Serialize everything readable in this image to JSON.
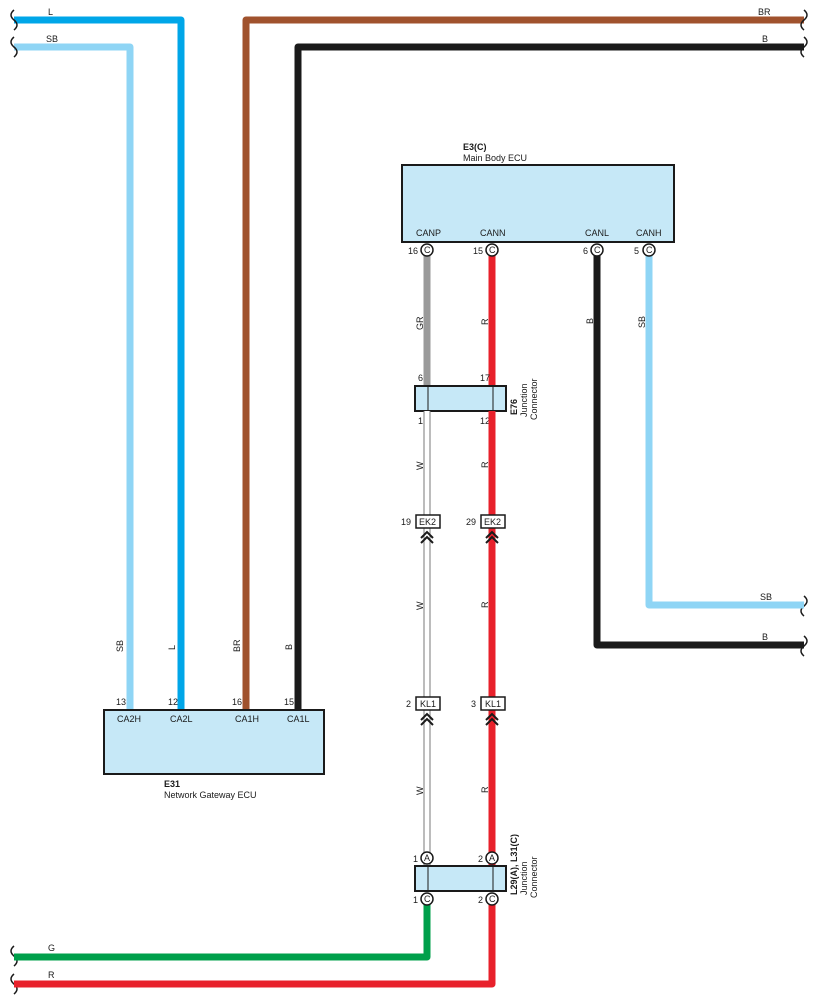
{
  "colors": {
    "L": "#00a6e8",
    "SB": "#8fd5f5",
    "BR": "#a0522d",
    "B": "#1a1a1a",
    "GR": "#9a9a9a",
    "R": "#e8212b",
    "G": "#00a04b",
    "W": "#ffffff",
    "box_fill": "#c6e8f7"
  },
  "top_wires": {
    "l": "L",
    "sb": "SB",
    "br": "BR",
    "b": "B"
  },
  "gateway": {
    "code": "E31",
    "name": "Network Gateway ECU",
    "wire_labels": {
      "ca2h": "SB",
      "ca2l": "L",
      "ca1h": "BR",
      "ca1l": "B"
    },
    "pins": [
      {
        "num": "13",
        "name": "CA2H"
      },
      {
        "num": "12",
        "name": "CA2L"
      },
      {
        "num": "16",
        "name": "CA1H"
      },
      {
        "num": "15",
        "name": "CA1L"
      }
    ]
  },
  "main_body": {
    "code": "E3(C)",
    "name": "Main Body ECU",
    "pins": [
      {
        "num": "16",
        "name": "CANP",
        "letter": "C"
      },
      {
        "num": "15",
        "name": "CANN",
        "letter": "C"
      },
      {
        "num": "6",
        "name": "CANL",
        "letter": "C"
      },
      {
        "num": "5",
        "name": "CANH",
        "letter": "C"
      }
    ],
    "wire_labels": {
      "canp": "GR",
      "cann": "R",
      "canl": "B",
      "canh": "SB"
    }
  },
  "e76": {
    "code": "E76",
    "line1": "Junction",
    "line2": "Connector",
    "pins_top": [
      "6",
      "17"
    ],
    "pins_bottom": [
      "1",
      "12"
    ]
  },
  "ek2": {
    "label": "EK2",
    "pin_left": "19",
    "pin_right": "29"
  },
  "kl1": {
    "label": "KL1",
    "pin_left": "2",
    "pin_right": "3"
  },
  "mid_wire_labels": {
    "w1": "W",
    "r1": "R",
    "w2": "W",
    "r2": "R",
    "w3": "W",
    "r3": "R"
  },
  "junction_bottom": {
    "code": "L29(A), L31(C)",
    "line1": "Junction",
    "line2": "Connector",
    "pins_top": [
      {
        "num": "1",
        "letter": "A"
      },
      {
        "num": "2",
        "letter": "A"
      }
    ],
    "pins_bottom": [
      {
        "num": "1",
        "letter": "C"
      },
      {
        "num": "2",
        "letter": "C"
      }
    ]
  },
  "right_wires": {
    "sb": "SB",
    "b": "B"
  },
  "bottom_wires": {
    "g": "G",
    "r": "R"
  }
}
